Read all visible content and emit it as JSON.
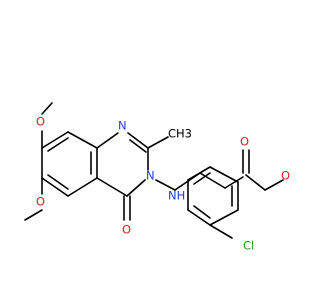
{
  "molecule": {
    "atom_labels": {
      "o_ring": "O",
      "n_ring": "N",
      "n3": "N",
      "methyl": "CH3",
      "o_amide": "O",
      "nh": "NH",
      "o_ether": "O",
      "cl": "Cl",
      "o_methoxy_1": "O",
      "o_methoxy_2": "O"
    },
    "colors": {
      "bond": "#000000",
      "carbon_text": "#000000",
      "nitrogen": "#1f3fe0",
      "oxygen": "#e02020",
      "chlorine": "#1a9c1a"
    }
  }
}
